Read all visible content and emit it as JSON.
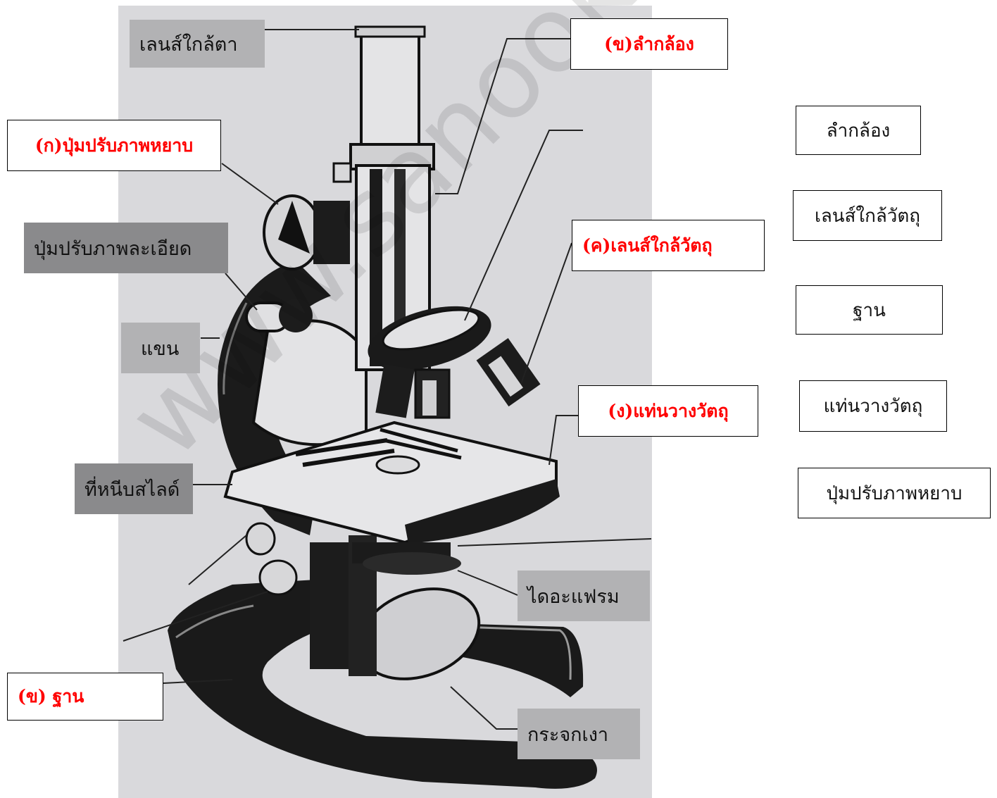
{
  "watermark": "www.sanook.com",
  "gray_labels": {
    "eyepiece": "เลนส์ใกล้ตา",
    "fine_focus": "ปุ่มปรับภาพละเอียด",
    "arm": "แขน",
    "stage_clip": "ที่หนีบสไลด์",
    "diaphragm": "ไดอะแฟรม",
    "mirror": "กระจกเงา"
  },
  "question_labels": {
    "a": "(ก)ปุ่มปรับภาพหยาบ",
    "b_tube": "(ข)ลำกล้อง",
    "c": "(ค)เลนส์ใกล้วัตถุ",
    "d": "(ง)แท่นวางวัตถุ",
    "b_base": "(ข) ฐาน"
  },
  "answer_choices": [
    "ลำกล้อง",
    "เลนส์ใกล้วัตถุ",
    "ฐาน",
    "แท่นวางวัตถุ",
    "ปุ่มปรับภาพหยาบ"
  ],
  "colors": {
    "question_text": "#ff0000",
    "label_bg": "#8a8a8c",
    "photo_bg": "#d9d9dc"
  }
}
